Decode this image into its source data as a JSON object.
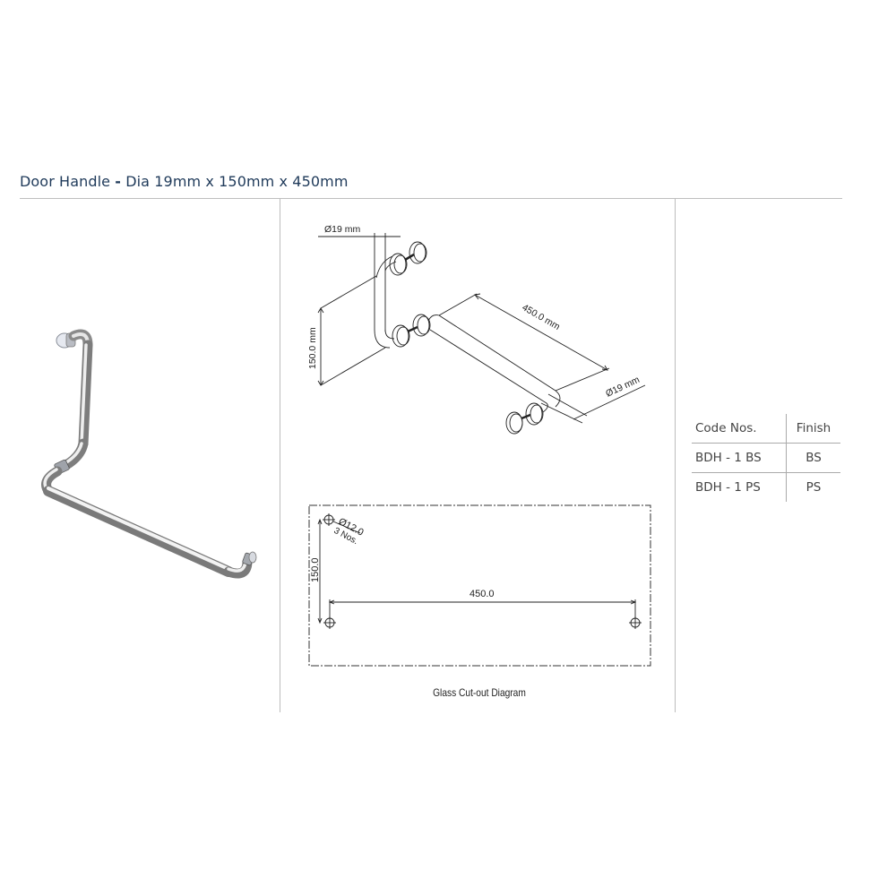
{
  "header": {
    "title_part1": "Door Handle",
    "title_separator": "-",
    "title_part2": "Dia 19mm x 150mm x 450mm"
  },
  "product_photo": {
    "alt": "Stainless steel L-shaped shower door handle"
  },
  "isometric_drawing": {
    "diameter_top": "Ø19 mm",
    "height": "150.0 mm",
    "length": "450.0 mm",
    "diameter_bottom": "Ø19 mm"
  },
  "cutout_diagram": {
    "hole_label": "Ø12.0",
    "hole_count": "3 Nos.",
    "vertical_dimension": "150.0",
    "horizontal_dimension": "450.0",
    "caption": "Glass Cut-out Diagram"
  },
  "codes_table": {
    "headers": [
      "Code Nos.",
      "Finish"
    ],
    "rows": [
      {
        "code": "BDH - 1 BS",
        "finish": "BS"
      },
      {
        "code": "BDH - 1 PS",
        "finish": "PS"
      }
    ]
  },
  "colors": {
    "title": "#1f3a5a",
    "rule": "#bfbfbf",
    "drawing_line": "#222222"
  }
}
